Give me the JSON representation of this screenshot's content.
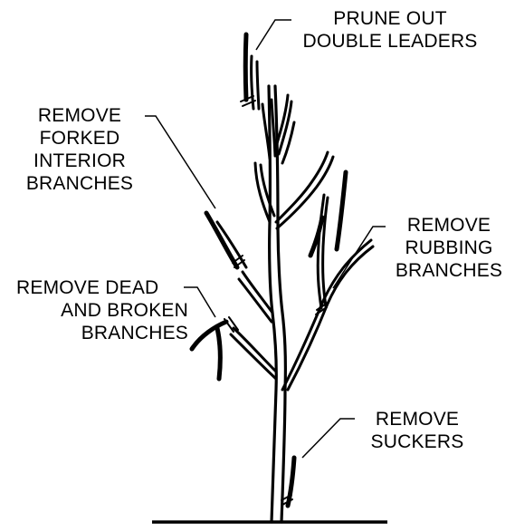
{
  "labels": {
    "double_leaders": [
      "PRUNE OUT",
      "DOUBLE LEADERS"
    ],
    "forked_interior": [
      "REMOVE",
      "FORKED",
      "INTERIOR",
      "BRANCHES"
    ],
    "rubbing": [
      "REMOVE",
      "RUBBING",
      "BRANCHES"
    ],
    "dead_broken": [
      "REMOVE DEAD",
      "AND BROKEN",
      "BRANCHES"
    ],
    "suckers": [
      "REMOVE",
      "SUCKERS"
    ]
  },
  "colors": {
    "stroke": "#000000",
    "background": "#ffffff"
  }
}
